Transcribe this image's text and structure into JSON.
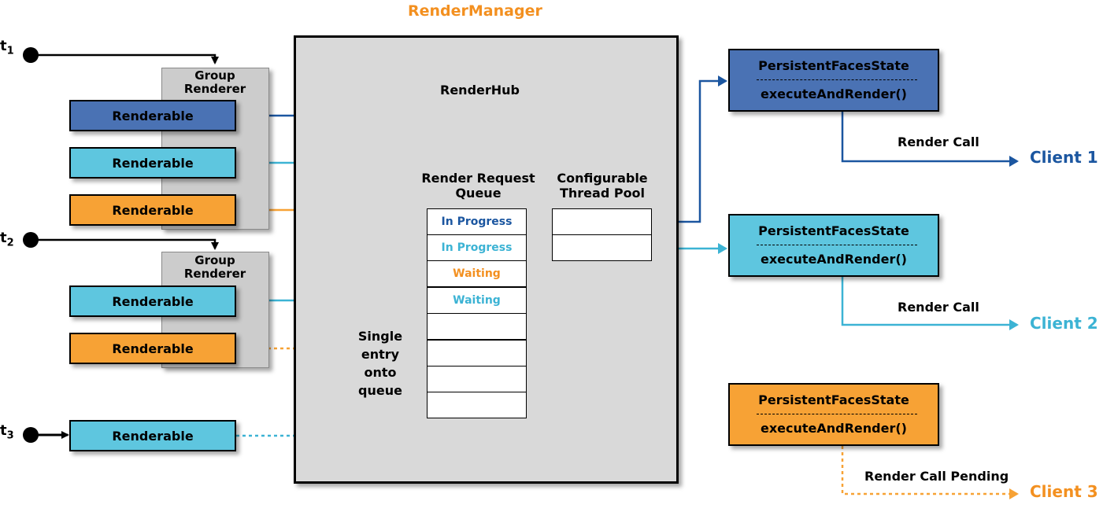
{
  "title": "RenderManager",
  "render_hub": {
    "label": "RenderHub"
  },
  "group_renderer": {
    "label_line1": "Group",
    "label_line2": "Renderer"
  },
  "renderable_label": "Renderable",
  "time_labels": {
    "t1": {
      "base": "t",
      "sub": "1"
    },
    "t2": {
      "base": "t",
      "sub": "2"
    },
    "t3": {
      "base": "t",
      "sub": "3"
    }
  },
  "queue": {
    "heading_line1": "Render Request",
    "heading_line2": "Queue",
    "entries": [
      "In Progress",
      "In Progress",
      "Waiting",
      "Waiting"
    ]
  },
  "thread_pool": {
    "heading_line1": "Configurable",
    "heading_line2": "Thread Pool"
  },
  "single_entry": {
    "line1": "Single",
    "line2": "entry",
    "line3": "onto",
    "line4": "queue"
  },
  "faces_state": {
    "name": "PersistentFacesState",
    "method": "executeAndRender()"
  },
  "render_call": "Render Call",
  "render_call_pending": "Render Call Pending",
  "clients": [
    "Client 1",
    "Client 2",
    "Client 3"
  ],
  "colors": {
    "orange": "#f7a235",
    "title_orange": "#f39020",
    "dark_blue": "#4a72b4",
    "light_blue": "#5ec6df",
    "dark_line": "#1b56a0",
    "light_line": "#3cb3d4",
    "hub_gray": "#d9d9d9",
    "group_gray": "#cccccc"
  }
}
